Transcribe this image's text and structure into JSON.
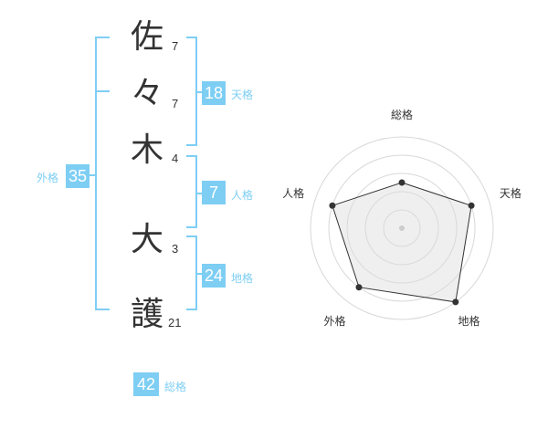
{
  "name": {
    "chars": [
      {
        "char": "佐",
        "strokes": "7"
      },
      {
        "char": "々",
        "strokes": "7"
      },
      {
        "char": "木",
        "strokes": "4"
      },
      {
        "char": "大",
        "strokes": "3"
      },
      {
        "char": "護",
        "strokes": "21"
      }
    ]
  },
  "fortune": {
    "tenkaku": {
      "value": "18",
      "label": "天格"
    },
    "jinkaku": {
      "value": "7",
      "label": "人格"
    },
    "chikaku": {
      "value": "24",
      "label": "地格"
    },
    "gaikaku": {
      "value": "35",
      "label": "外格"
    },
    "soukaku": {
      "value": "42",
      "label": "総格"
    }
  },
  "chart_data": {
    "type": "radar",
    "axes": [
      "総格",
      "天格",
      "地格",
      "外格",
      "人格"
    ],
    "values": [
      2.5,
      4,
      5,
      4,
      4
    ],
    "max": 5,
    "rings": 5
  }
}
